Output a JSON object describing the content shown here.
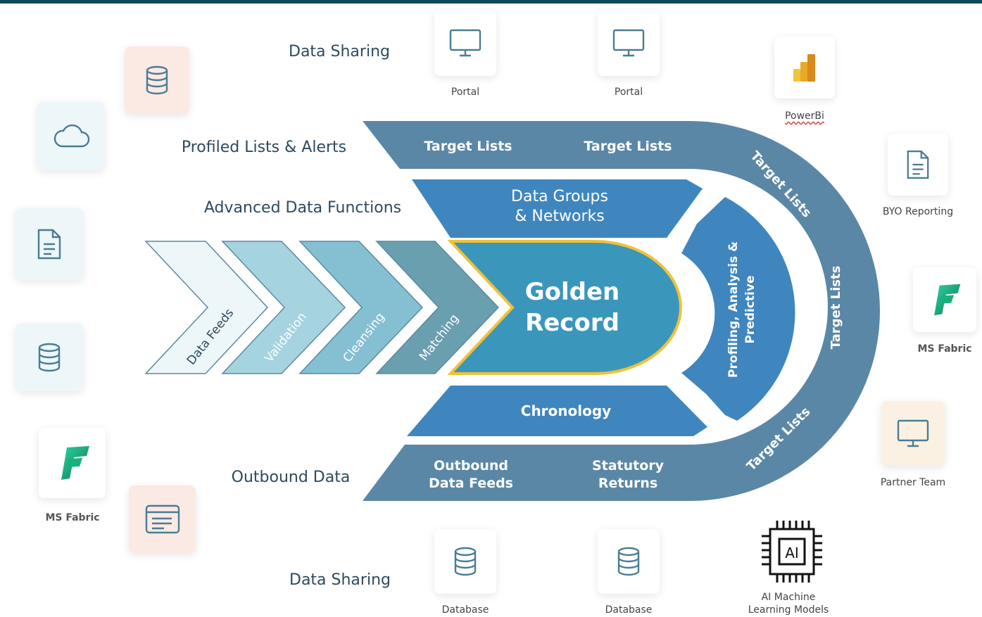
{
  "labels": {
    "data_sharing_top": "Data Sharing",
    "profiled_lists": "Profiled Lists & Alerts",
    "advanced_functions": "Advanced Data Functions",
    "outbound_data": "Outbound Data",
    "data_sharing_bottom": "Data Sharing"
  },
  "arc": {
    "target_lists_1": "Target Lists",
    "target_lists_2": "Target Lists",
    "target_lists_diag_top": "Target Lists",
    "target_lists_right": "Target Lists",
    "target_lists_diag_bottom": "Target Lists",
    "outbound_feeds": [
      "Outbound",
      "Data Feeds"
    ],
    "statutory_returns": [
      "Statutory",
      "Returns"
    ]
  },
  "inner": {
    "data_groups": [
      "Data Groups",
      "& Networks"
    ],
    "chronology": "Chronology",
    "profiling": [
      "Profiling, Analysis &",
      "Predictive"
    ]
  },
  "golden_record": [
    "Golden",
    "Record"
  ],
  "chevrons": [
    "Data Feeds",
    "Validation",
    "Cleansing",
    "Matching"
  ],
  "captions": {
    "portal_1": "Portal",
    "portal_2": "Portal",
    "powerbi": "PowerBi",
    "byo_reporting": "BYO Reporting",
    "ms_fabric_right": "MS Fabric",
    "partner_team": "Partner Team",
    "ms_fabric_left": "MS Fabric",
    "database_1": "Database",
    "database_2": "Database",
    "ai_models": [
      "AI Machine",
      "Learning Models"
    ]
  },
  "ai_chip_label": "AI",
  "colors": {
    "arc": "#5a87a6",
    "inner": "#3f86bf",
    "golden_fill": "#3a97bb",
    "golden_border": "#f0c23a",
    "chevrons": [
      "#edf6f8",
      "#a6d3e0",
      "#84c0d2",
      "#6a9fb0"
    ],
    "tile_ice": "#edf6f8",
    "tile_pink": "#fbe9e4",
    "tile_cream": "#fbf1e3",
    "icon_stroke": "#4a7d93"
  }
}
